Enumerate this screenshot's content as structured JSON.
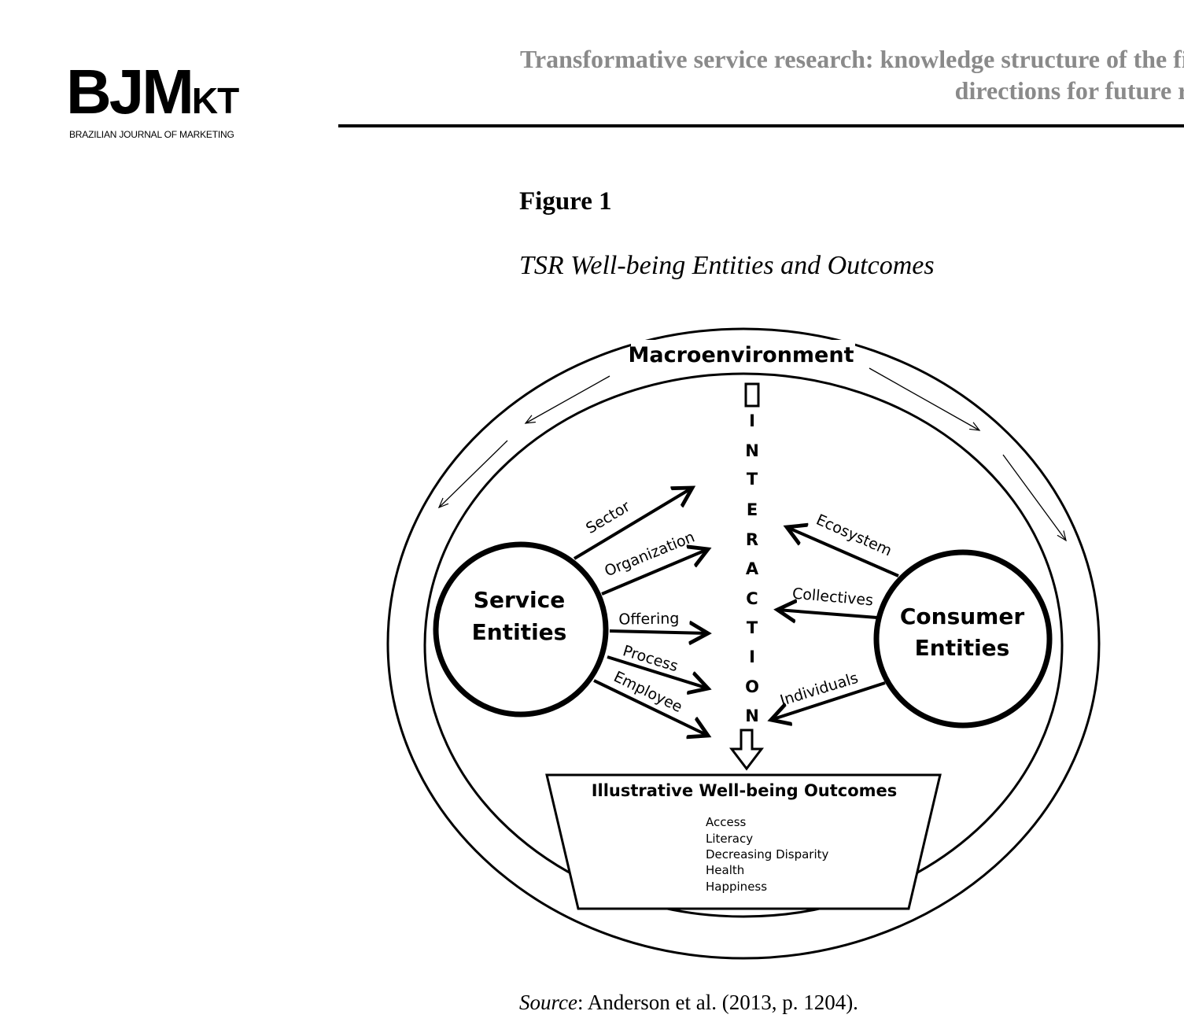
{
  "logo": {
    "main": "BJM",
    "main_small": "KT",
    "subtitle": "BRAZILIAN JOURNAL OF MARKETING"
  },
  "header": {
    "title_line1": "Transformative service research: knowledge structure of the fie",
    "title_line2": "directions for future re"
  },
  "figure": {
    "label": "Figure 1",
    "title": "TSR Well-being Entities and Outcomes",
    "diagram": {
      "macro_label": "Macroenvironment",
      "interaction_letters": [
        "I",
        "N",
        "T",
        "E",
        "R",
        "A",
        "C",
        "T",
        "I",
        "O",
        "N"
      ],
      "service_line1": "Service",
      "service_line2": "Entities",
      "consumer_line1": "Consumer",
      "consumer_line2": "Entities",
      "service_arrows": [
        "Sector",
        "Organization",
        "Offering",
        "Process",
        "Employee"
      ],
      "consumer_arrows": [
        "Ecosystem",
        "Collectives",
        "Individuals"
      ],
      "outcomes_title": "Illustrative  Well-being Outcomes",
      "outcomes": [
        "Access",
        "Literacy",
        "Decreasing Disparity",
        "Health",
        "Happiness"
      ]
    }
  },
  "source": {
    "label": "Source",
    "text": ": Anderson et al. (2013, p. 1204)."
  }
}
